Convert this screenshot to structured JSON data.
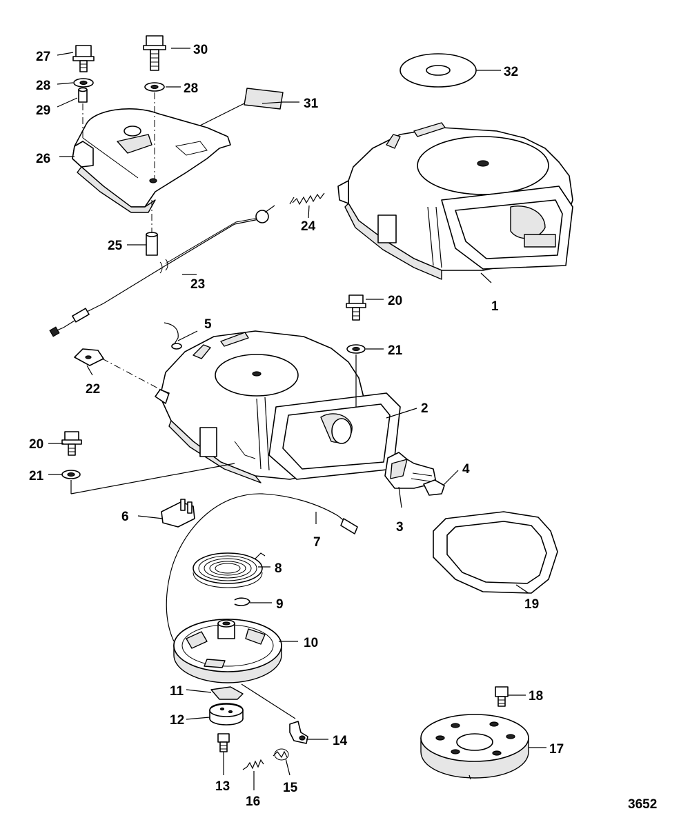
{
  "figure_number": "3652",
  "callouts": [
    {
      "id": "c1",
      "text": "1"
    },
    {
      "id": "c2",
      "text": "2"
    },
    {
      "id": "c3",
      "text": "3"
    },
    {
      "id": "c4",
      "text": "4"
    },
    {
      "id": "c5",
      "text": "5"
    },
    {
      "id": "c6",
      "text": "6"
    },
    {
      "id": "c7",
      "text": "7"
    },
    {
      "id": "c8",
      "text": "8"
    },
    {
      "id": "c9",
      "text": "9"
    },
    {
      "id": "c10",
      "text": "10"
    },
    {
      "id": "c11",
      "text": "11"
    },
    {
      "id": "c12",
      "text": "12"
    },
    {
      "id": "c13",
      "text": "13"
    },
    {
      "id": "c14",
      "text": "14"
    },
    {
      "id": "c15",
      "text": "15"
    },
    {
      "id": "c16",
      "text": "16"
    },
    {
      "id": "c17",
      "text": "17"
    },
    {
      "id": "c18",
      "text": "18"
    },
    {
      "id": "c19",
      "text": "19"
    },
    {
      "id": "c20a",
      "text": "20"
    },
    {
      "id": "c20b",
      "text": "20"
    },
    {
      "id": "c21a",
      "text": "21"
    },
    {
      "id": "c21b",
      "text": "21"
    },
    {
      "id": "c22",
      "text": "22"
    },
    {
      "id": "c23",
      "text": "23"
    },
    {
      "id": "c24",
      "text": "24"
    },
    {
      "id": "c25",
      "text": "25"
    },
    {
      "id": "c26",
      "text": "26"
    },
    {
      "id": "c27",
      "text": "27"
    },
    {
      "id": "c28a",
      "text": "28"
    },
    {
      "id": "c28b",
      "text": "28"
    },
    {
      "id": "c29",
      "text": "29"
    },
    {
      "id": "c30",
      "text": "30"
    },
    {
      "id": "c31",
      "text": "31"
    },
    {
      "id": "c32",
      "text": "32"
    }
  ]
}
